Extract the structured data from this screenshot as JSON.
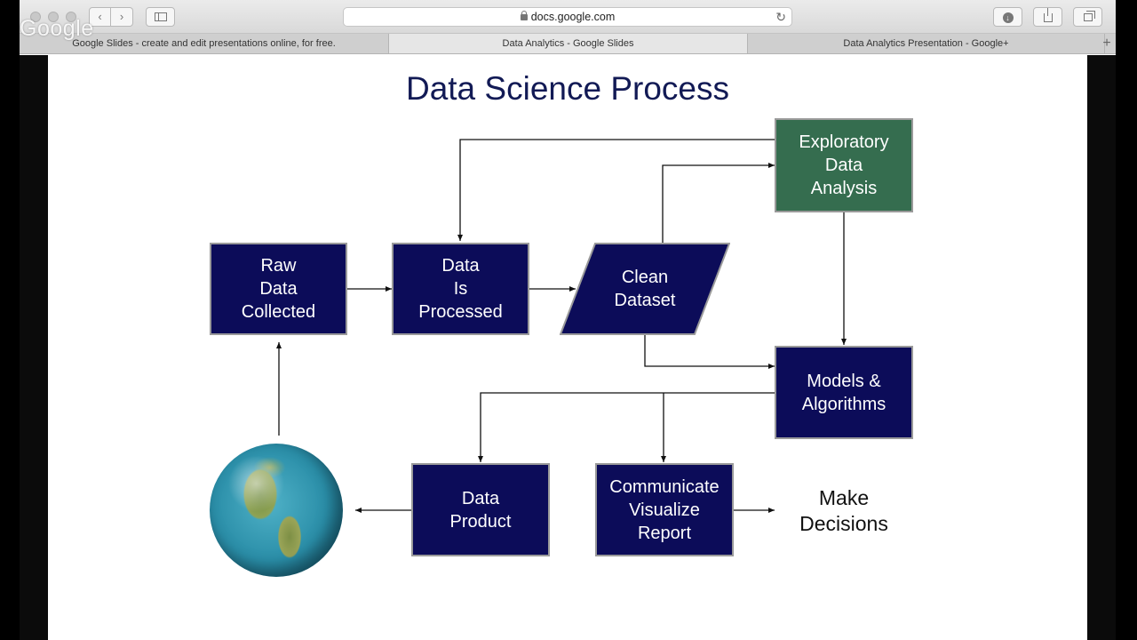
{
  "browser": {
    "watermark": "Google",
    "address": "docs.google.com",
    "tabs": [
      "Google Slides - create and edit presentations online, for free.",
      "Data Analytics - Google Slides",
      "Data Analytics Presentation - Google+"
    ],
    "icons": {
      "back": "‹",
      "forward": "›",
      "reload": "↻",
      "download": "↓",
      "add_tab": "+"
    }
  },
  "slide": {
    "title": "Data Science Process",
    "boxes": {
      "raw": "Raw\nData\nCollected",
      "processed": "Data\nIs\nProcessed",
      "clean": "Clean\nDataset",
      "eda": "Exploratory\nData\nAnalysis",
      "models": "Models &\nAlgorithms",
      "product": "Data\nProduct",
      "communicate": "Communicate\nVisualize\nReport"
    },
    "decisions": "Make\nDecisions",
    "colors": {
      "box_navy": "#0c0c59",
      "box_green": "#356d4f",
      "title": "#121a55"
    }
  }
}
